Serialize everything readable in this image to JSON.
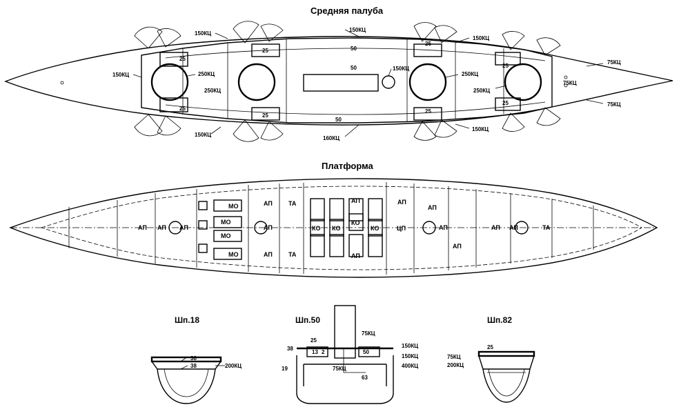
{
  "titles": {
    "middle_deck": "Средняя палуба",
    "platform": "Платформа",
    "section_18": "Шп.18",
    "section_50": "Шп.50",
    "section_82": "Шп.82"
  },
  "deck_labels": {
    "l150_top_left": "150КЦ",
    "l150_top_mid": "150КЦ",
    "l150_top_right": "150КЦ",
    "l75_top_right": "75КЦ",
    "l25_a": "25",
    "l25_b": "25",
    "l25_c": "25",
    "l25_d": "25",
    "l25_e": "25",
    "l25_f": "25",
    "l25_g": "25",
    "l25_h": "25",
    "l50_top": "50",
    "l50_mid": "50",
    "l50_bot": "50",
    "l150_left": "150КЦ",
    "l250_a": "250КЦ",
    "l250_b": "250КЦ",
    "l150_center": "150КЦ",
    "l250_c": "250КЦ",
    "l250_d": "250КЦ",
    "l75_right_a": "75КЦ",
    "l75_right_b": "75КЦ",
    "l150_bot_left": "150КЦ",
    "l160_bot_mid": "160КЦ",
    "l150_bot_right": "150КЦ"
  },
  "platform_rooms": {
    "ap1": "АП",
    "ap2": "АП",
    "ap3": "АП",
    "mo1": "МО",
    "mo2": "МО",
    "mo3": "МО",
    "mo4": "МО",
    "ap4": "АП",
    "ap5": "АП",
    "ap6": "АП",
    "ta1": "ТА",
    "ta2": "ТА",
    "ko1": "КО",
    "ko2": "КО",
    "ko3": "КО",
    "ko4": "КО",
    "ap7": "АП",
    "ap8": "АП",
    "tsp": "ЦП",
    "ap9": "АП",
    "ap10": "АП",
    "ap11": "АП",
    "ap12": "АП",
    "ap13": "АП",
    "ap14": "АП",
    "ta3": "ТА"
  },
  "section_labels": {
    "s18_38a": "38",
    "s18_38b": "38",
    "s18_200": "200КЦ",
    "s50_25": "25",
    "s50_38": "38",
    "s50_13": "13",
    "s50_2": "2",
    "s50_19": "19",
    "s50_75a": "75КЦ",
    "s50_50": "50",
    "s50_150a": "150КЦ",
    "s50_150b": "150КЦ",
    "s50_75b": "75КЦ",
    "s50_400": "400КЦ",
    "s50_63": "63",
    "s82_25": "25",
    "s82_75": "75КЦ",
    "s82_200": "200КЦ"
  }
}
